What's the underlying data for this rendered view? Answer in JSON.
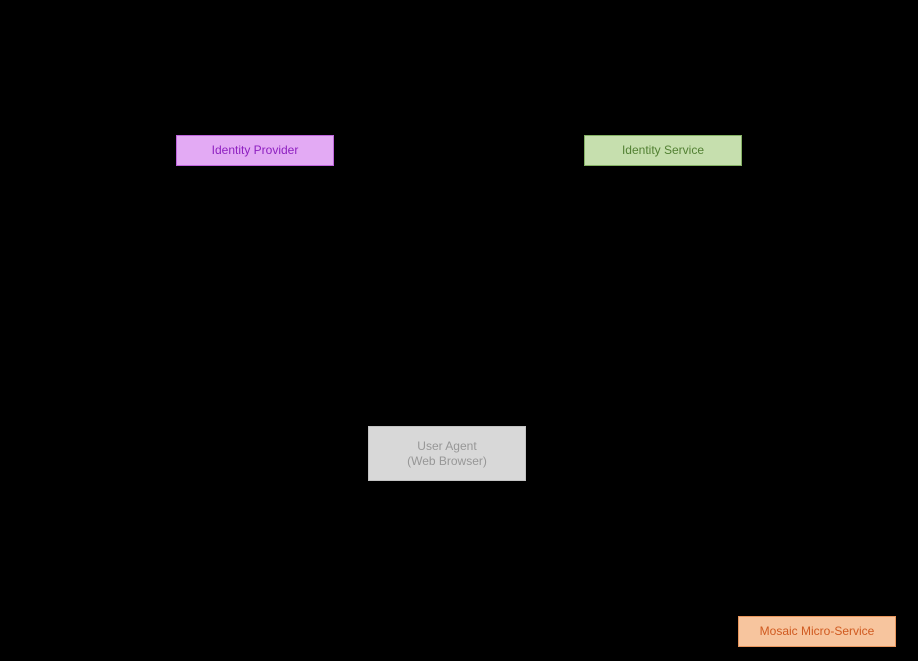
{
  "page": {
    "background_color": "#000000"
  },
  "diagram": {
    "nodes": [
      {
        "id": "identity-provider",
        "label": "Identity Provider",
        "fill": "#e3aaf4",
        "border": "#bf64dd",
        "text_color": "#8d1fc0"
      },
      {
        "id": "identity-service",
        "label": "Identity Service",
        "fill": "#c6dfae",
        "border": "#84b164",
        "text_color": "#528033"
      },
      {
        "id": "user-agent",
        "label": "User Agent\n(Web Browser)",
        "fill": "#d8d8d8",
        "border": "#c3c3c3",
        "text_color": "#979797"
      },
      {
        "id": "mosaic-micro-service",
        "label": "Mosaic Micro-Service",
        "fill": "#f7c59e",
        "border": "#e9965c",
        "text_color": "#d05a20"
      }
    ]
  }
}
